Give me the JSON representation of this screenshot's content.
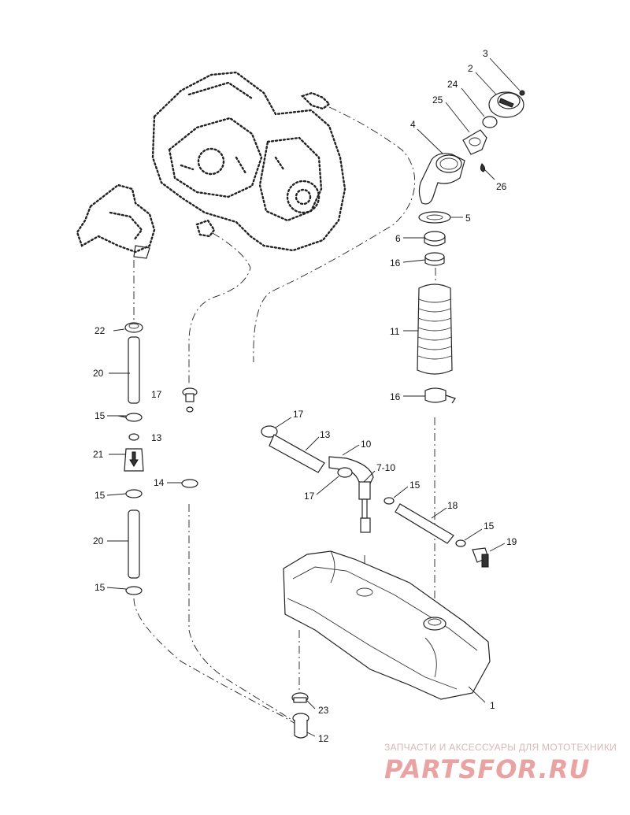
{
  "callouts": {
    "c1": "1",
    "c2": "2",
    "c3": "3",
    "c4": "4",
    "c5": "5",
    "c6": "6",
    "c7_10": "7-10",
    "c10": "10",
    "c11": "11",
    "c12": "12",
    "c13_left": "13",
    "c13_center": "13",
    "c14": "14",
    "c15_a": "15",
    "c15_b": "15",
    "c15_c": "15",
    "c15_d": "15",
    "c15_e": "15",
    "c16_top": "16",
    "c16_bottom": "16",
    "c17_left": "17",
    "c17_center": "17",
    "c17_lower": "17",
    "c18": "18",
    "c19": "19",
    "c20_top": "20",
    "c20_bottom": "20",
    "c21": "21",
    "c22": "22",
    "c23": "23",
    "c24": "24",
    "c25": "25",
    "c26": "26"
  },
  "watermark": {
    "tagline": "ЗАПЧАСТИ И АКСЕССУАРЫ ДЛЯ МОТОТЕХНИКИ",
    "logo": "PARTSFOR.RU"
  }
}
